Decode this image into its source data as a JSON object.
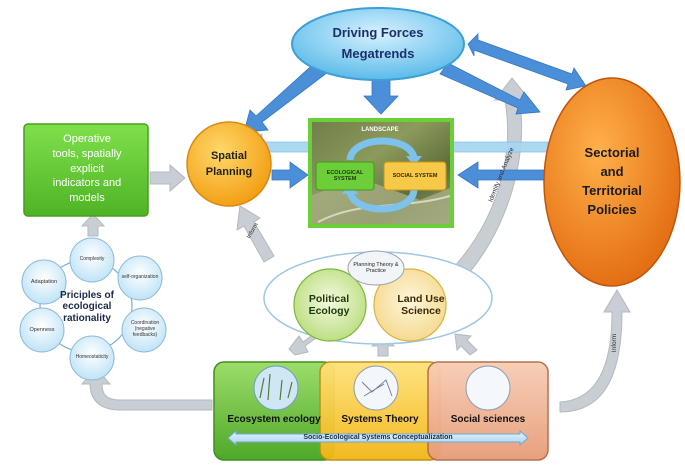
{
  "driving": {
    "line1": "Driving Forces",
    "line2": "Megatrends"
  },
  "spatial": {
    "line1": "Spatial",
    "line2": "Planning"
  },
  "sectorial": {
    "line1": "Sectorial",
    "line2": "and",
    "line3": "Territorial",
    "line4": "Policies"
  },
  "operative": {
    "line1": "Operative",
    "line2": "tools, spatially",
    "line3": "explicit",
    "line4": "indicators and",
    "line5": "models"
  },
  "landscape": {
    "title": "LANDSCAPE",
    "ecological": "ECOLOGICAL SYSTEM",
    "social": "SOCIAL SYSTEM"
  },
  "venn": {
    "top": "Planning Theory & Practice",
    "left": "Political Ecology",
    "right": "Land Use Science"
  },
  "arrows": {
    "inform_left": "Inform",
    "identify": "Identify and Analyze",
    "inform_right": "Inform"
  },
  "principles": {
    "title": "Priciples of ecological rationality",
    "items": [
      "Complexity",
      "self-organization",
      "Coordination (negative feedbacks)",
      "Homeostaticity",
      "Openness",
      "Adaptation"
    ]
  },
  "foundations": {
    "ecosystem": "Ecosystem ecology",
    "systems": "Systems Theory",
    "social": "Social sciences",
    "bar": "Socio-Ecological Systems Conceptualization"
  },
  "colors": {
    "driving": "#6ec6f0",
    "spatial": "#f7a81b",
    "sectorial": "#f07a14",
    "operative": "#66cc33",
    "landscape_border": "#6ccf3a",
    "arrow_blue": "#4a8fd8",
    "arrow_grey": "#c9cfd4"
  }
}
